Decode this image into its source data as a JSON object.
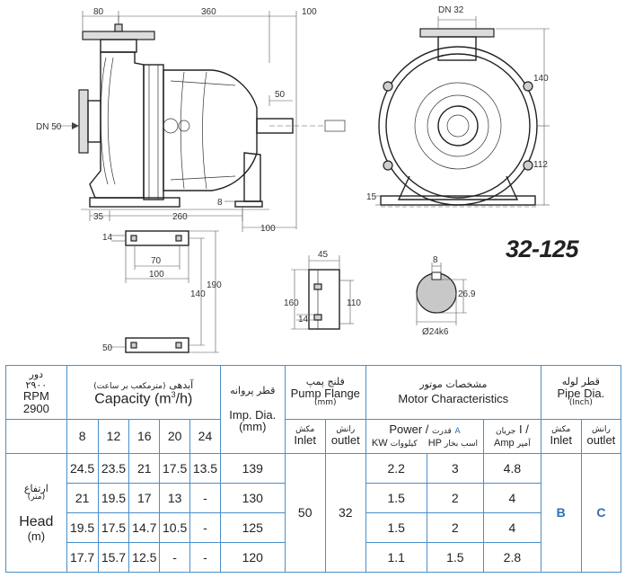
{
  "drawing": {
    "dims": {
      "d80": "80",
      "d360": "360",
      "d100_top": "100",
      "d50_shaft": "50",
      "dn50": "DN 50",
      "d8_foot": "8",
      "d35": "35",
      "d260": "260",
      "d100_bottom": "100",
      "dn32": "DN 32",
      "d140_right": "140",
      "d112": "112",
      "d15": "15",
      "d14_top": "14",
      "d70": "70",
      "d100_base": "100",
      "d140_base": "140",
      "d190": "190",
      "d50_base": "50",
      "d45": "45",
      "d160": "160",
      "d110": "110",
      "d14_flange": "14",
      "d8_shaft": "8",
      "d26_9": "26.9",
      "d24k6": "Ø24k6"
    },
    "model": "32-125"
  },
  "table": {
    "speed": {
      "fa": "دور",
      "fa_value": "۲۹۰۰",
      "en": "RPM",
      "value": "2900"
    },
    "capacity": {
      "fa": "آبدهی",
      "fa_unit": "(مترمکعب بر ساعت)",
      "en": "Capacity (m",
      "sup": "3",
      "en_tail": "/h)",
      "values": [
        "8",
        "12",
        "16",
        "20",
        "24"
      ]
    },
    "impeller": {
      "fa": "قطر پروانه",
      "en": "Imp. Dia.",
      "unit": "(mm)"
    },
    "pump_flange": {
      "fa": "فلنج پمپ",
      "en": "Pump Flange",
      "unit": "(mm)",
      "inlet_fa": "مکش",
      "inlet_en": "Inlet",
      "outlet_fa": "رانش",
      "outlet_en": "outlet"
    },
    "motor": {
      "fa": "مشخصات موتور",
      "en": "Motor Characteristics",
      "power_en": "Power  /",
      "power_fa": "قدرت",
      "power_accent": "A",
      "current_en": "I  /",
      "current_fa": "جریان",
      "kw_en": "KW",
      "kw_fa": "کیلووات",
      "hp_en": "HP",
      "hp_fa": "اسب بخار",
      "amp_en": "Amp",
      "amp_fa": "آمپر"
    },
    "pipe": {
      "fa": "قطر لوله",
      "en": "Pipe Dia.",
      "unit": "(Inch)",
      "inlet_fa": "مکش",
      "inlet_en": "Inlet",
      "outlet_fa": "رانش",
      "outlet_en": "outlet"
    },
    "head": {
      "fa": "ارتفاع",
      "fa_unit": "(متر)",
      "en": "Head",
      "unit": "(m)"
    },
    "rows": [
      {
        "head": [
          "24.5",
          "23.5",
          "21",
          "17.5",
          "13.5"
        ],
        "imp": "139",
        "kw": "2.2",
        "hp": "3",
        "amp": "4.8"
      },
      {
        "head": [
          "21",
          "19.5",
          "17",
          "13",
          "-"
        ],
        "imp": "130",
        "kw": "1.5",
        "hp": "2",
        "amp": "4"
      },
      {
        "head": [
          "19.5",
          "17.5",
          "14.7",
          "10.5",
          "-"
        ],
        "imp": "125",
        "kw": "1.5",
        "hp": "2",
        "amp": "4"
      },
      {
        "head": [
          "17.7",
          "15.7",
          "12.5",
          "-",
          "-"
        ],
        "imp": "120",
        "kw": "1.1",
        "hp": "1.5",
        "amp": "2.8"
      }
    ],
    "flange_inlet": "50",
    "flange_outlet": "32",
    "pipe_inlet": "B",
    "pipe_outlet": "C"
  }
}
